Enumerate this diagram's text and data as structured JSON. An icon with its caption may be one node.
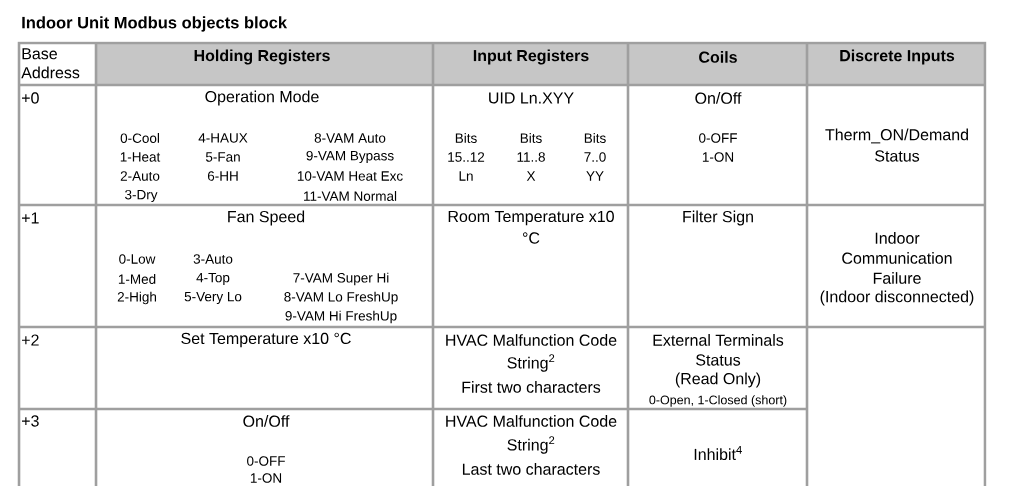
{
  "diagram": {
    "title": "Indoor Unit Modbus objects block",
    "labels": [
      "Base Address",
      "Holding Registers",
      "Input Registers",
      "Coils",
      "Discrete Inputs",
      "+0",
      "Operation Mode",
      "0-Cool",
      "4-HAUX",
      "8-VAM Auto",
      "1-Heat",
      "5-Fan",
      "9-VAM Bypass",
      "2-Auto",
      "6-HH",
      "10-VAM Heat Exc",
      "3-Dry",
      "11-VAM Normal",
      "UID Ln.XYY",
      "Bits",
      "Bits",
      "Bits",
      "15..12",
      "11..8",
      "7..0",
      "Ln",
      "X",
      "YY",
      "On/Off",
      "0-OFF",
      "1-ON",
      "Therm_ON/Demand",
      "Status",
      "+1",
      "Fan Speed",
      "0-Low",
      "3-Auto",
      "1-Med",
      "4-Top",
      "7-VAM Super Hi",
      "2-High",
      "5-Very Lo",
      "8-VAM Lo FreshUp",
      "9-VAM Hi FreshUp",
      "Room Temperature x10",
      "°C",
      "Filter Sign",
      "Indoor",
      "Communication",
      "Failure",
      "(Indoor disconnected)",
      "+2",
      "Set Temperature x10 °C",
      "HVAC Malfunction Code",
      "String$^{2}$",
      "First two characters",
      "External Terminals",
      "Status",
      "(Read Only)",
      "0-Open, 1-Closed (short)",
      "+3",
      "On/Off",
      "0-OFF",
      "1-ON",
      "HVAC Malfunction Code",
      "String$^{2}$",
      "Last two characters",
      "Inhibit$^{4}$"
    ]
  }
}
